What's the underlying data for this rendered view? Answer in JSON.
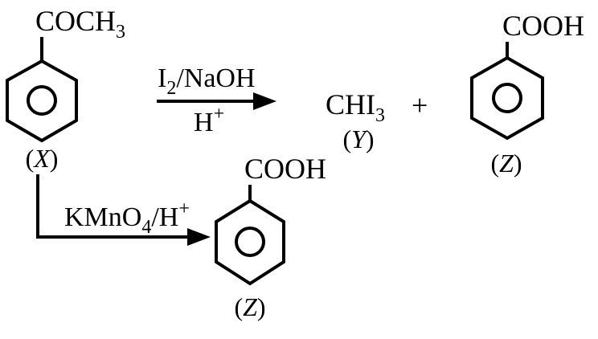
{
  "reaction": {
    "reactant": {
      "substituent": "COCH",
      "substituent_sub": "3",
      "label": "X"
    },
    "reaction1": {
      "reagent_top_a": "I",
      "reagent_top_a_sub": "2",
      "reagent_top_b": "/NaOH",
      "reagent_bottom": "H",
      "reagent_bottom_sup": "+"
    },
    "product_y": {
      "formula": "CHI",
      "formula_sub": "3",
      "label": "Y"
    },
    "plus": "+",
    "product_z1": {
      "substituent": "COOH",
      "label": "Z"
    },
    "reaction2": {
      "reagent_a": "KMnO",
      "reagent_a_sub": "4",
      "reagent_b": "/H",
      "reagent_b_sup": "+"
    },
    "product_z2": {
      "substituent": "COOH",
      "label": "Z"
    }
  }
}
